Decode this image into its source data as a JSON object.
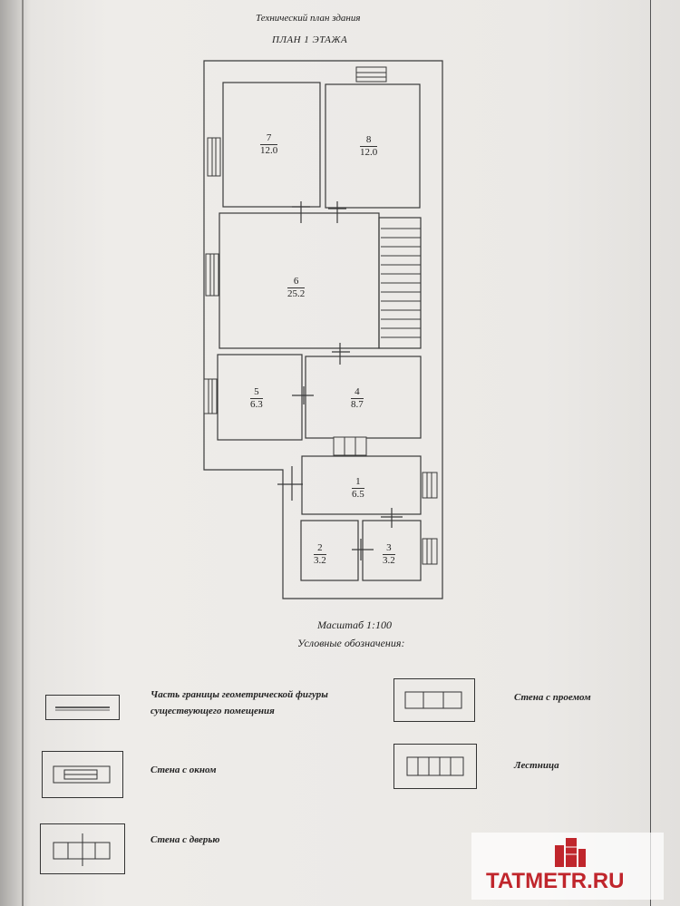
{
  "header": {
    "doc_title": "Технический план здания",
    "floor_title": "ПЛАН 1 ЭТАЖА"
  },
  "rooms": [
    {
      "num": "7",
      "area": "12.0"
    },
    {
      "num": "8",
      "area": "12.0"
    },
    {
      "num": "6",
      "area": "25.2"
    },
    {
      "num": "5",
      "area": "6.3"
    },
    {
      "num": "4",
      "area": "8.7"
    },
    {
      "num": "1",
      "area": "6.5"
    },
    {
      "num": "2",
      "area": "3.2"
    },
    {
      "num": "3",
      "area": "3.2"
    }
  ],
  "scale": "Масштаб 1:100",
  "legend": {
    "heading": "Условные обозначения:",
    "boundary_line1": "Часть границы геометрической фигуры",
    "boundary_line2": "существующего помещения",
    "window": "Стена с окном",
    "door": "Стена с дверью",
    "opening": "Стена с проемом",
    "stairs": "Лестница"
  },
  "watermark": {
    "text": "TATMETR.RU",
    "color": "#c0262c"
  }
}
